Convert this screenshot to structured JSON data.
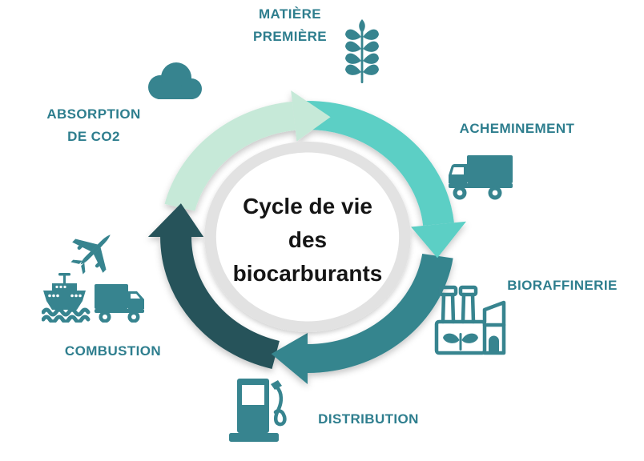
{
  "title": {
    "lines": [
      "Cycle de vie",
      "des",
      "biocarburants"
    ]
  },
  "steps": {
    "matiere_premiere": {
      "lines": [
        "MATIÈRE",
        "PREMIÈRE"
      ],
      "icon": "wheat-icon"
    },
    "acheminement": {
      "label": "ACHEMINEMENT",
      "icon": "delivery-truck-icon"
    },
    "bioraffinerie": {
      "label": "BIORAFFINERIE",
      "icon": "factory-icon"
    },
    "distribution": {
      "label": "DISTRIBUTION",
      "icon": "fuel-pump-icon"
    },
    "combustion": {
      "label": "COMBUSTION",
      "icon": "plane-ship-truck-icons"
    },
    "absorption_co2": {
      "lines": [
        "ABSORPTION",
        "DE CO2"
      ],
      "icon": "cloud-icon"
    }
  },
  "colors": {
    "background": "#ffffff",
    "label_text": "#2e7e8e",
    "icon": "#37848f",
    "title_text": "#151515",
    "ring_inner_gray": "#e2e2e2",
    "center_bg": "#ffffff"
  },
  "cycle": {
    "direction": "clockwise",
    "segments": [
      {
        "name": "mint",
        "color": "#c6e9d8",
        "start_deg": 284,
        "end_deg": 354,
        "tip_deg": 370
      },
      {
        "name": "turquoise",
        "color": "#5ccfc5",
        "start_deg": 356,
        "end_deg": 84,
        "tip_deg": 100
      },
      {
        "name": "teal",
        "color": "#36858e",
        "start_deg": 99,
        "end_deg": 180,
        "tip_deg": 196
      },
      {
        "name": "dark-teal",
        "color": "#26535a",
        "start_deg": 194,
        "end_deg": 270,
        "tip_deg": 286
      }
    ]
  }
}
